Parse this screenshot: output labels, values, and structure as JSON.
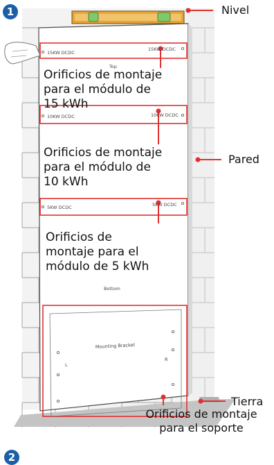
{
  "step_numbers": {
    "first": "1",
    "second": "2"
  },
  "callouts": {
    "level": "Nivel",
    "wall": "Pared",
    "ground": "Tierra"
  },
  "labels": {
    "holes_15kwh": [
      "Orificios de montaje",
      "para el módulo de",
      "15 kWh"
    ],
    "holes_10kwh": [
      "Orificios de montaje",
      "para el módulo de",
      "10 kWh"
    ],
    "holes_5kwh": [
      "Orificios de",
      "montaje para el",
      "módulo de 5 kWh"
    ],
    "holes_bracket": [
      "Orificios de montaje",
      "para el soporte"
    ]
  },
  "template_text": {
    "row1_left": "15KW DCDC",
    "row1_right": "15KW DCDC",
    "top": "Top",
    "row2_left": "10KW DCDC",
    "row2_right": "10KW DCDC",
    "row3_left": "5KW DCDC",
    "row3_right": "5KW DCDC",
    "bottom": "Bottom",
    "bracket": "Mounting Bracket",
    "left_mark": "L",
    "right_mark": "R"
  },
  "colors": {
    "highlight": "#e03030",
    "level_tool": "#e2a23b",
    "wall": "#efefef",
    "brick_line": "#9a9a9a",
    "ground": "#bdbdbd",
    "step_badge": "#1b5fa8"
  }
}
